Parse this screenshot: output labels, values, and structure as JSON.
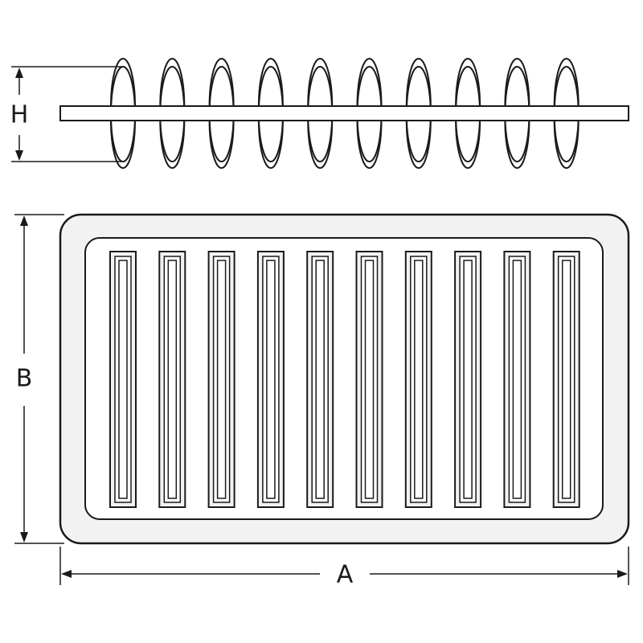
{
  "dimensions": {
    "height_label": "H",
    "width_label": "A",
    "length_label": "B"
  },
  "filter": {
    "pleat_count": 10
  },
  "colors": {
    "line": "#1a1a1a",
    "panel_fill": "#f2f2f2",
    "background": "#ffffff"
  }
}
